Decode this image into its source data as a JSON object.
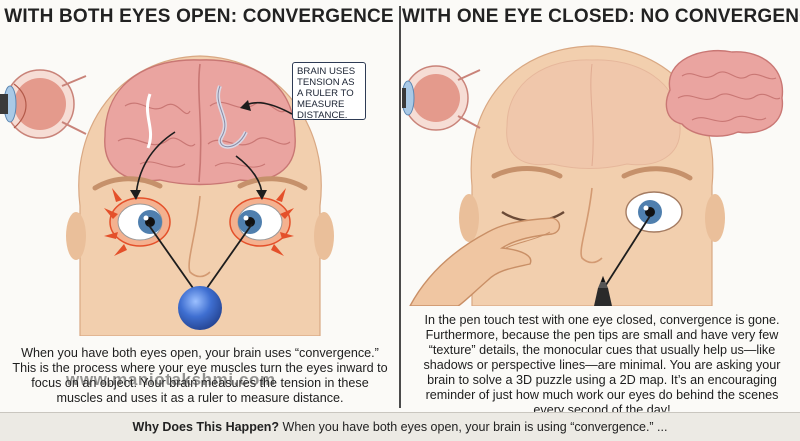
{
  "left_panel": {
    "title": "WITH BOTH EYES OPEN: CONVERGENCE",
    "callout": "BRAIN USES TENSION AS A RULER TO MEASURE DISTANCE.",
    "caption": "When you have both eyes open, your brain uses “convergence.” This is the process where your eye muscles turn the eyes inward to focus on an object. Your brain measures the tension in these muscles and uses it as a ruler to measure distance."
  },
  "right_panel": {
    "title": "WITH ONE EYE CLOSED: NO CONVERGENCE",
    "caption": "In the pen touch test with one eye closed, convergence is gone. Furthermore, because the pen tips are small and have very few “texture” details, the monocular cues that usually help us—like shadows or perspective lines—are minimal. You are asking your brain to solve a 3D puzzle using a 2D map. It’s an encouraging reminder of just how much work our eyes do behind the scenes every second of the day!"
  },
  "watermark": "www.maniotakshmi.com",
  "footer": {
    "lead": "Why Does This Happen?",
    "text": " When you have both eyes open, your brain is using “convergence.” ..."
  },
  "colors": {
    "skin": "#f2cfae",
    "skin_shadow": "#e2b08a",
    "brain": "#eaa4a0",
    "brain_dark": "#c97774",
    "iris": "#4f7fae",
    "target_ball": "#3f6fd1",
    "arrow_red": "#e4502a",
    "line": "#1d1d1d"
  }
}
